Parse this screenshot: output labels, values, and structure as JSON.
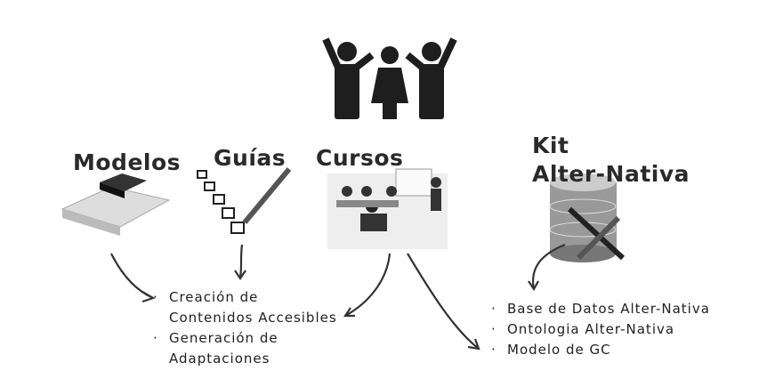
{
  "headings": {
    "modelos": "Modelos",
    "guias": "Guías",
    "cursos": "Cursos",
    "kit_line1": "Kit",
    "kit_line2": "Alter-Nativa"
  },
  "left_list": [
    "Creación de Contenidos Accesibles",
    "Generación de Adaptaciones"
  ],
  "right_list": [
    "Base de Datos Alter-Nativa",
    "Ontologia Alter-Nativa",
    "Modelo de GC"
  ]
}
